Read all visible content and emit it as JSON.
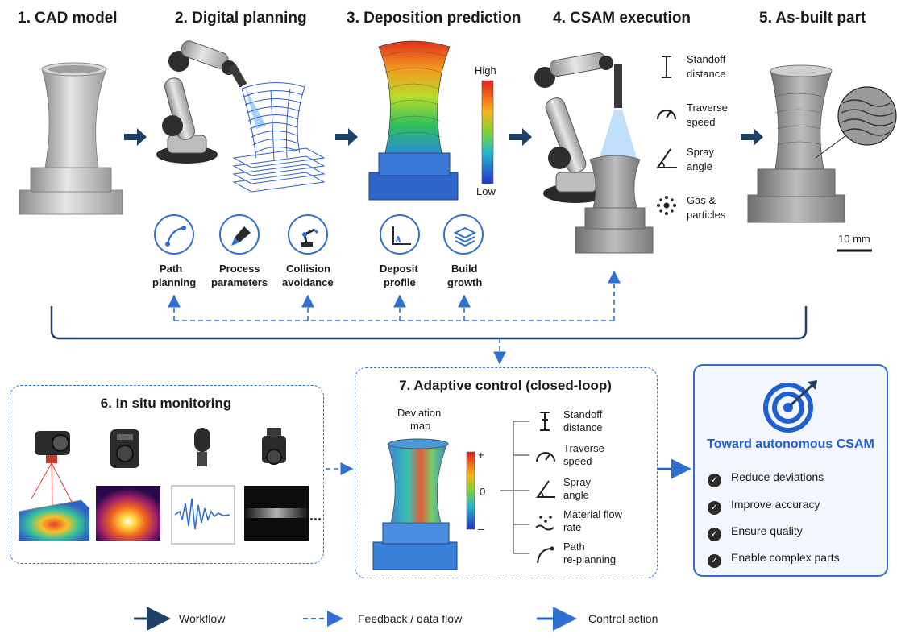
{
  "stages": [
    {
      "title": "1. CAD model"
    },
    {
      "title": "2. Digital planning"
    },
    {
      "title": "3. Deposition prediction"
    },
    {
      "title": "4. CSAM execution"
    },
    {
      "title": "5. As-built part"
    }
  ],
  "planning_icons": [
    {
      "line1": "Path",
      "line2": "planning",
      "icon": "path-curve-icon"
    },
    {
      "line1": "Process",
      "line2": "parameters",
      "icon": "spray-nozzle-icon"
    },
    {
      "line1": "Collision",
      "line2": "avoidance",
      "icon": "robot-arm-icon"
    }
  ],
  "prediction_icons": [
    {
      "line1": "Deposit",
      "line2": "profile",
      "icon": "profile-axes-icon"
    },
    {
      "line1": "Build",
      "line2": "growth",
      "icon": "layers-icon"
    }
  ],
  "prediction_scale": {
    "high": "High",
    "low": "Low"
  },
  "execution_params": [
    {
      "line1": "Standoff",
      "line2": "distance",
      "icon": "standoff-icon"
    },
    {
      "line1": "Traverse",
      "line2": "speed",
      "icon": "gauge-icon"
    },
    {
      "line1": "Spray",
      "line2": "angle",
      "icon": "angle-icon"
    },
    {
      "line1": "Gas &",
      "line2": "particles",
      "icon": "particles-icon"
    }
  ],
  "scale_bar": "10 mm",
  "monitoring": {
    "title": "6. In situ monitoring",
    "more": "..."
  },
  "adaptive": {
    "title": "7. Adaptive control (closed-loop)",
    "map_line1": "Deviation",
    "map_line2": "map",
    "scale_plus": "+",
    "scale_zero": "0",
    "scale_minus": "–",
    "outputs": [
      {
        "line1": "Standoff",
        "line2": "distance",
        "icon": "standoff-icon"
      },
      {
        "line1": "Traverse",
        "line2": "speed",
        "icon": "gauge-icon"
      },
      {
        "line1": "Spray",
        "line2": "angle",
        "icon": "angle-icon"
      },
      {
        "line1": "Material flow",
        "line2": "rate",
        "icon": "flow-icon"
      },
      {
        "line1": "Path",
        "line2": "re-planning",
        "icon": "path-curve-icon"
      }
    ]
  },
  "goal": {
    "title": "Toward autonomous CSAM",
    "items": [
      "Reduce deviations",
      "Improve accuracy",
      "Ensure quality",
      "Enable complex parts"
    ]
  },
  "legend": [
    {
      "label": "Workflow"
    },
    {
      "label": "Feedback / data flow"
    },
    {
      "label": "Control action"
    }
  ],
  "colors": {
    "accent": "#2f6fcf",
    "navy": "#1f3f66",
    "dark": "#1a1a1a"
  }
}
